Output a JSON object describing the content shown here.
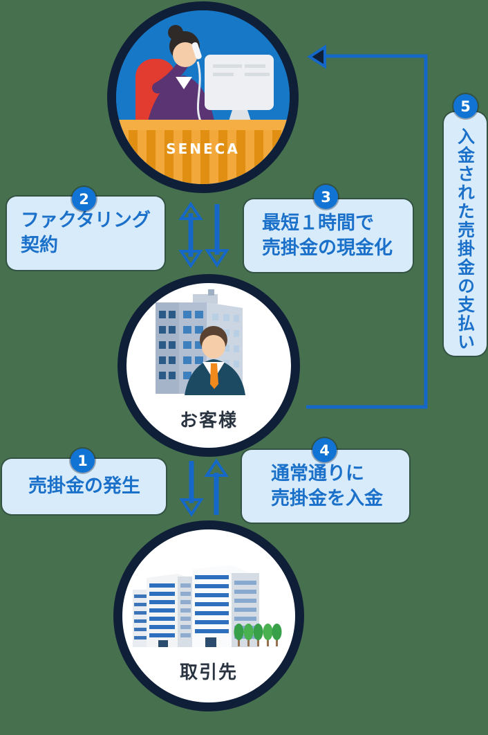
{
  "diagram": {
    "background_color": "#47714E",
    "nodes": {
      "seneca": {
        "label": "SENECA"
      },
      "customer": {
        "label": "お客様"
      },
      "partner": {
        "label": "取引先"
      }
    },
    "steps": {
      "s1": {
        "number": "1",
        "lines": [
          "売掛金の発生"
        ]
      },
      "s2": {
        "number": "2",
        "lines": [
          "ファクタリング",
          "契約"
        ]
      },
      "s3": {
        "number": "3",
        "lines": [
          "最短１時間で",
          "売掛金の現金化"
        ]
      },
      "s4": {
        "number": "4",
        "lines": [
          "通常通りに",
          "売掛金を入金"
        ]
      },
      "s5": {
        "number": "5",
        "vertical_text": "入金された売掛金の支払い"
      }
    },
    "arrows": {
      "seneca_customer_contract": "two-way",
      "seneca_to_customer_cash": "down",
      "customer_to_partner_receivable": "down",
      "partner_to_customer_deposit": "up",
      "customer_to_seneca_payment_route": "right-up-left"
    },
    "colors": {
      "badge": "#1173D4",
      "label_box": "#D7EBFA",
      "label_text": "#1B70CA",
      "arrow": "#1568C8",
      "circle_border": "#101F38",
      "seneca_sky": "#1778C8",
      "desk_orange": "#E8971E",
      "node_text": "#2A3340"
    }
  }
}
